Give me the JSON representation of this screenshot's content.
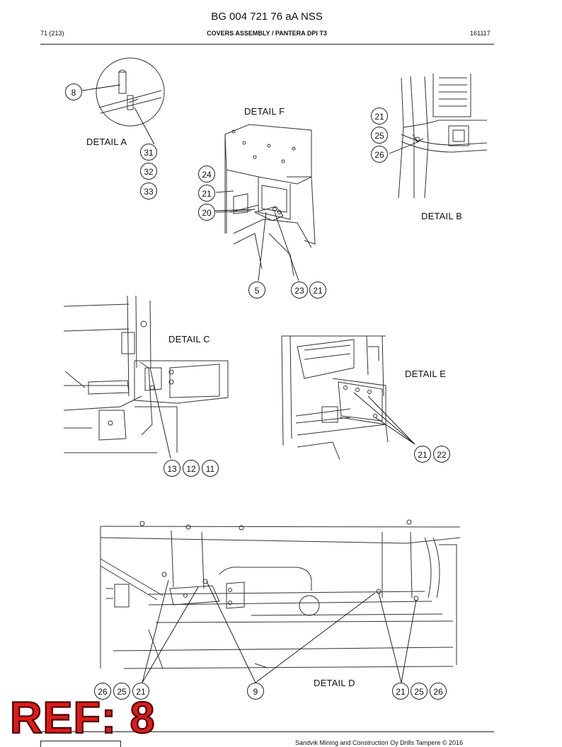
{
  "header": {
    "doc_title": "BG 004 721 76 aA NSS",
    "page": "71 (213)",
    "section_title": "COVERS ASSEMBLY / PANTERA DPI T3",
    "date": "161117"
  },
  "details": {
    "a": "DETAIL A",
    "b": "DETAIL B",
    "c": "DETAIL C",
    "d": "DETAIL D",
    "e": "DETAIL E",
    "f": "DETAIL F"
  },
  "callouts": {
    "a_8": "8",
    "a_31": "31",
    "a_32": "32",
    "a_33": "33",
    "f_24": "24",
    "f_21": "21",
    "f_20": "20",
    "f_5": "5",
    "f_23": "23",
    "f_21b": "21",
    "b_21": "21",
    "b_25": "25",
    "b_26": "26",
    "c_13": "13",
    "c_12": "12",
    "c_11": "11",
    "e_21": "21",
    "e_22": "22",
    "d_26a": "26",
    "d_25a": "25",
    "d_21a": "21",
    "d_9": "9",
    "d_21b": "21",
    "d_25b": "25",
    "d_26b": "26"
  },
  "ref_stamp": "REF: 8",
  "footer": {
    "copyright": "Sandvik Mining and Construction Oy Drills Tampere © 2016"
  }
}
